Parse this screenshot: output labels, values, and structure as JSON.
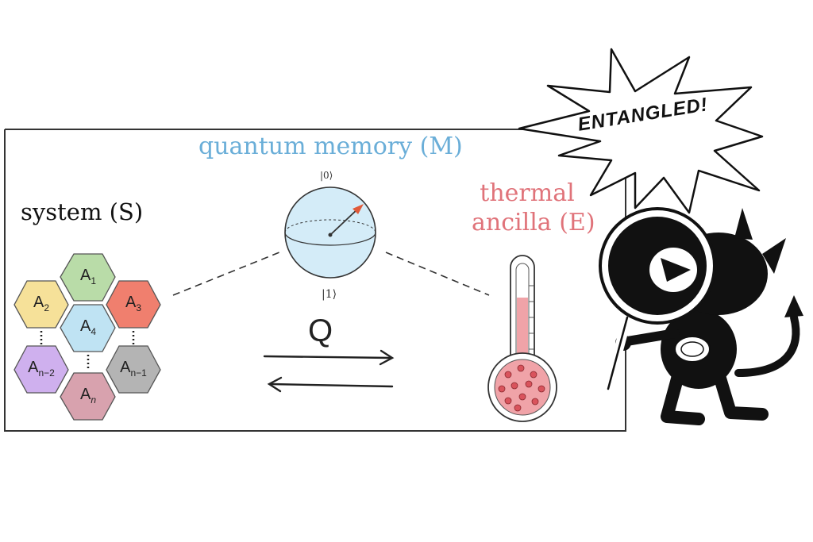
{
  "labels": {
    "memory": "quantum memory (M)",
    "system": "system (S)",
    "thermal_line1": "thermal",
    "thermal_line2": "ancilla (E)",
    "exclaim": "ENTANGLED!",
    "ket0": "|0⟩",
    "ket1": "|1⟩",
    "q_symbol": "Q"
  },
  "hexagons": [
    {
      "base": "A",
      "sub": "1",
      "color": "#b9dca8"
    },
    {
      "base": "A",
      "sub": "2",
      "color": "#f6e199"
    },
    {
      "base": "A",
      "sub": "3",
      "color": "#f07f6e"
    },
    {
      "base": "A",
      "sub": "4",
      "color": "#bfe3f3"
    },
    {
      "base": "A",
      "sub": "n−2",
      "color": "#cfb0ee"
    },
    {
      "base": "A",
      "sub": "n−1",
      "color": "#b4b4b4"
    },
    {
      "base": "A",
      "sub": "n",
      "color": "#d8a2ae"
    }
  ],
  "colors": {
    "memory_text": "#6aaed8",
    "thermal_text": "#e0737a",
    "thermometer_fill": "#f0a3a8",
    "sphere": "#d4ecf8",
    "state_arrow": "#e05a3a"
  },
  "icons": {
    "sphere": "bloch-sphere-icon",
    "thermometer": "thermometer-icon",
    "demon": "demon-with-magnifier-icon",
    "burst": "speech-burst-icon"
  }
}
